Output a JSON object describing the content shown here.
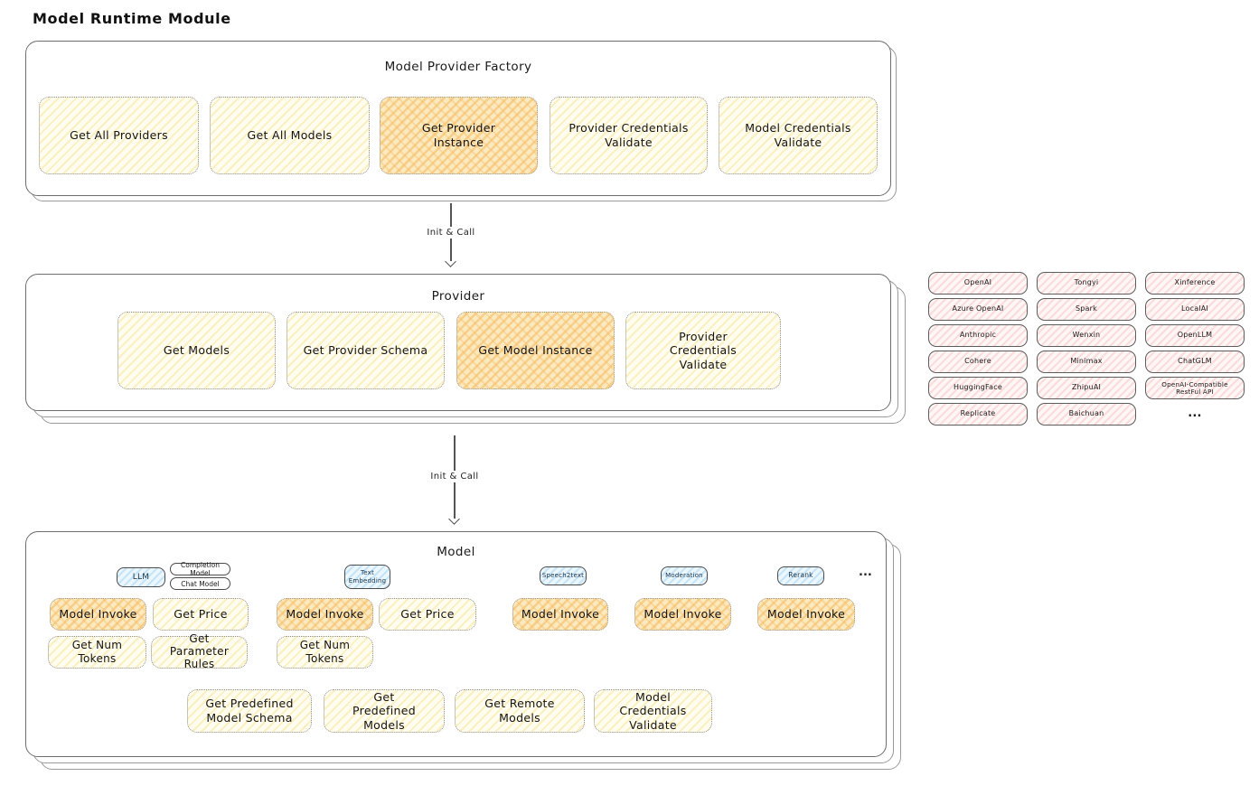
{
  "page": {
    "title": "Model Runtime Module"
  },
  "arrows": {
    "init_call_1": "Init & Call",
    "init_call_2": "Init & Call"
  },
  "factory": {
    "title": "Model Provider Factory",
    "methods": [
      {
        "label": "Get All Providers",
        "highlight": false
      },
      {
        "label": "Get All Models",
        "highlight": false
      },
      {
        "label": "Get Provider Instance",
        "highlight": true
      },
      {
        "label": "Provider Credentials Validate",
        "highlight": false
      },
      {
        "label": "Model Credentials Validate",
        "highlight": false
      }
    ]
  },
  "provider": {
    "title": "Provider",
    "methods": [
      {
        "label": "Get Models",
        "highlight": false
      },
      {
        "label": "Get Provider Schema",
        "highlight": false
      },
      {
        "label": "Get Model Instance",
        "highlight": true
      },
      {
        "label": "Provider Credentials Validate",
        "highlight": false
      }
    ]
  },
  "providers_grid": {
    "items": [
      "OpenAI",
      "Tongyi",
      "Xinference",
      "Azure OpenAI",
      "Spark",
      "LocalAI",
      "Anthropic",
      "Wenxin",
      "OpenLLM",
      "Cohere",
      "Minimax",
      "ChatGLM",
      "HuggingFace",
      "ZhipuAI",
      "OpenAI-Compatible RestFul API",
      "Replicate",
      "Baichuan"
    ],
    "more": "..."
  },
  "model": {
    "title": "Model",
    "tabs": {
      "llm": "LLM",
      "completion_model": "Completion Model",
      "chat_model": "Chat Model",
      "text_embedding": "Text Embedding",
      "speech2text": "Speech2text",
      "moderation": "Moderation",
      "rerank": "Rerank",
      "more": "..."
    },
    "row1": [
      "Model Invoke",
      "Get Price",
      "Model Invoke",
      "Get Price",
      "Model Invoke",
      "Model Invoke",
      "Model Invoke"
    ],
    "row2": [
      "Get Num Tokens",
      "Get Parameter Rules",
      "Get Num Tokens"
    ],
    "row3": [
      "Get Predefined Model Schema",
      "Get Predefined Models",
      "Get Remote Models",
      "Model Credentials Validate"
    ]
  },
  "colors": {
    "yellow_light_bg": "#fffcf0",
    "yellow_light_hatch": "#f8e292",
    "yellow_strong_bg": "#fbe9c0",
    "yellow_strong_hatch": "#f6ba5c",
    "pink_bg": "#fff6f6",
    "pink_hatch": "#f6a8a8",
    "blue_bg": "#ecf6fd",
    "blue_hatch": "#98cef2",
    "panel_border": "#6e6e6e",
    "arrow": "#555555"
  }
}
